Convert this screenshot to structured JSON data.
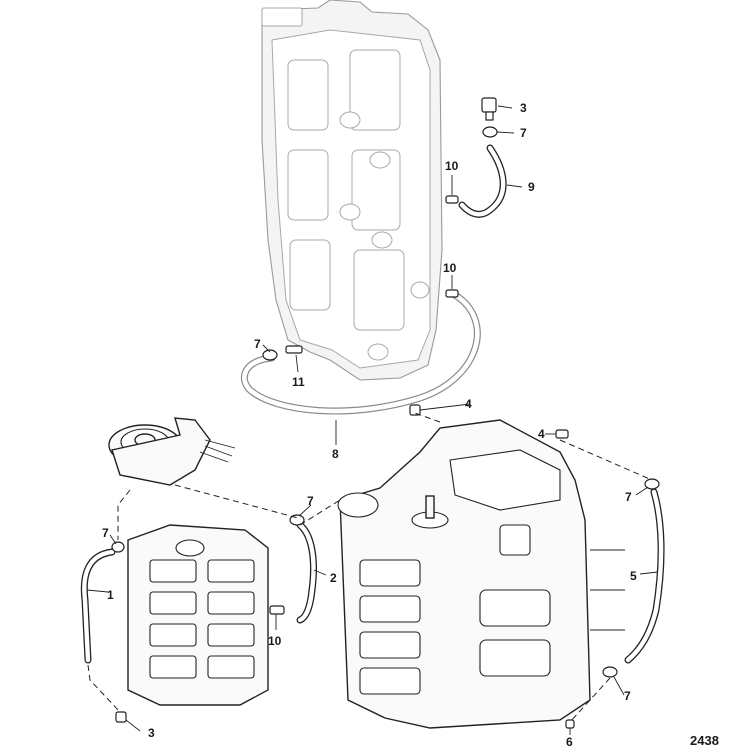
{
  "figure_number": "2438",
  "callouts": [
    "3",
    "7",
    "10",
    "9",
    "10",
    "7",
    "11",
    "8",
    "4",
    "4",
    "7",
    "7",
    "2",
    "1",
    "5",
    "10",
    "7",
    "3",
    "6"
  ]
}
